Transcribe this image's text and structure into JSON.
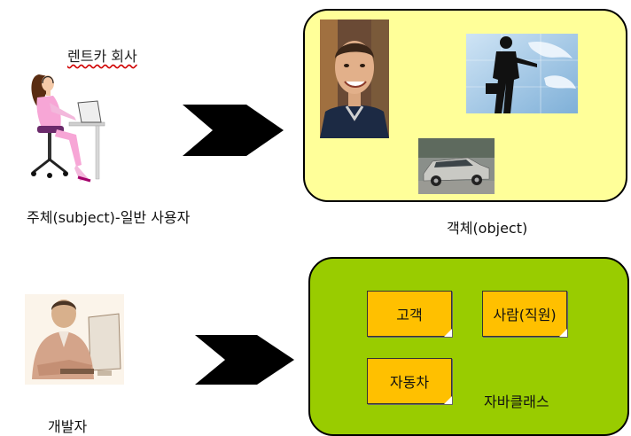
{
  "top": {
    "company_label": "렌트카 회사",
    "subject_label": "주체(subject)-일반 사용자",
    "object_label": "객체(object)"
  },
  "bottom": {
    "developer_label": "개발자",
    "subclass_label": "자바클래스",
    "notes": [
      "고객",
      "사람(직원)",
      "자동차"
    ]
  },
  "colors": {
    "object_panel": "#ffff99",
    "class_panel": "#99cc00",
    "note": "#ffc000",
    "arrow": "#000000"
  }
}
